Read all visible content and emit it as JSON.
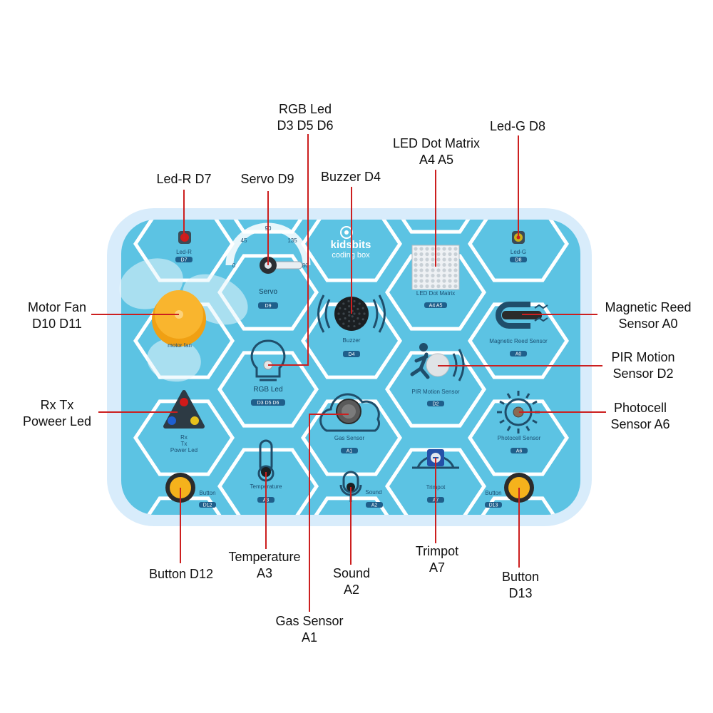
{
  "board": {
    "brand": "kidsbits",
    "brand_sub": "coding box",
    "colors": {
      "board": "#5cc3e3",
      "frame": "#d8ecfb",
      "lines": "#ffffff",
      "leader": "#cc1f1f",
      "knob": "#f7a21b",
      "pin_tag": "#1f5f8b"
    }
  },
  "callouts": {
    "led_r": [
      "Led-R D7"
    ],
    "servo": [
      "Servo D9"
    ],
    "rgb": [
      "RGB Led",
      "D3 D5 D6"
    ],
    "buzzer": [
      "Buzzer D4"
    ],
    "dot_matrix": [
      "LED Dot Matrix",
      "A4 A5"
    ],
    "led_g": [
      "Led-G D8"
    ],
    "motor_fan": [
      "Motor Fan",
      "D10 D11"
    ],
    "reed": [
      "Magnetic Reed",
      "Sensor A0"
    ],
    "pir": [
      "PIR Motion",
      "Sensor D2"
    ],
    "rxtx": [
      "Rx Tx",
      "Poweer Led"
    ],
    "photocell": [
      "Photocell",
      "Sensor A6"
    ],
    "button_left": [
      "Button D12"
    ],
    "temperature": [
      "Temperature",
      "A3"
    ],
    "sound": [
      "Sound",
      "A2"
    ],
    "trimpot": [
      "Trimpot",
      "A7"
    ],
    "button_right": [
      "Button",
      "D13"
    ],
    "gas": [
      "Gas Sensor",
      "A1"
    ]
  },
  "modules": {
    "led_r": {
      "name": "Led-R",
      "pin": "D7"
    },
    "servo": {
      "name": "Servo",
      "pin": "D9",
      "scale": [
        "0",
        "45",
        "90",
        "135",
        "180"
      ]
    },
    "buzzer": {
      "name": "Buzzer",
      "pin": "D4"
    },
    "dot_matrix": {
      "name": "LED Dot Matrix",
      "pin": "A4 A5"
    },
    "led_g": {
      "name": "Led-G",
      "pin": "D8"
    },
    "motor_fan": {
      "name": "motor fan"
    },
    "rgb": {
      "name": "RGB Led",
      "pin": "D3 D5 D6"
    },
    "reed": {
      "name": "Magnetic Reed Sensor",
      "pin": "A0"
    },
    "pir": {
      "name": "PIR Motion Sensor",
      "pin": "D2"
    },
    "rxtx": {
      "lines": [
        "Rx",
        "Tx",
        "Power Led"
      ]
    },
    "gas": {
      "name": "Gas Sensor",
      "pin": "A1"
    },
    "photocell": {
      "name": "Photocell Sensor",
      "pin": "A6"
    },
    "temperature": {
      "name": "Temperature",
      "pin": "A3"
    },
    "sound": {
      "name": "Sound",
      "pin": "A2"
    },
    "trimpot": {
      "name": "Trimpot",
      "pin": "A7"
    },
    "button_left": {
      "name": "Button",
      "pin": "D12"
    },
    "button_right": {
      "name": "Button",
      "pin": "D13"
    }
  }
}
